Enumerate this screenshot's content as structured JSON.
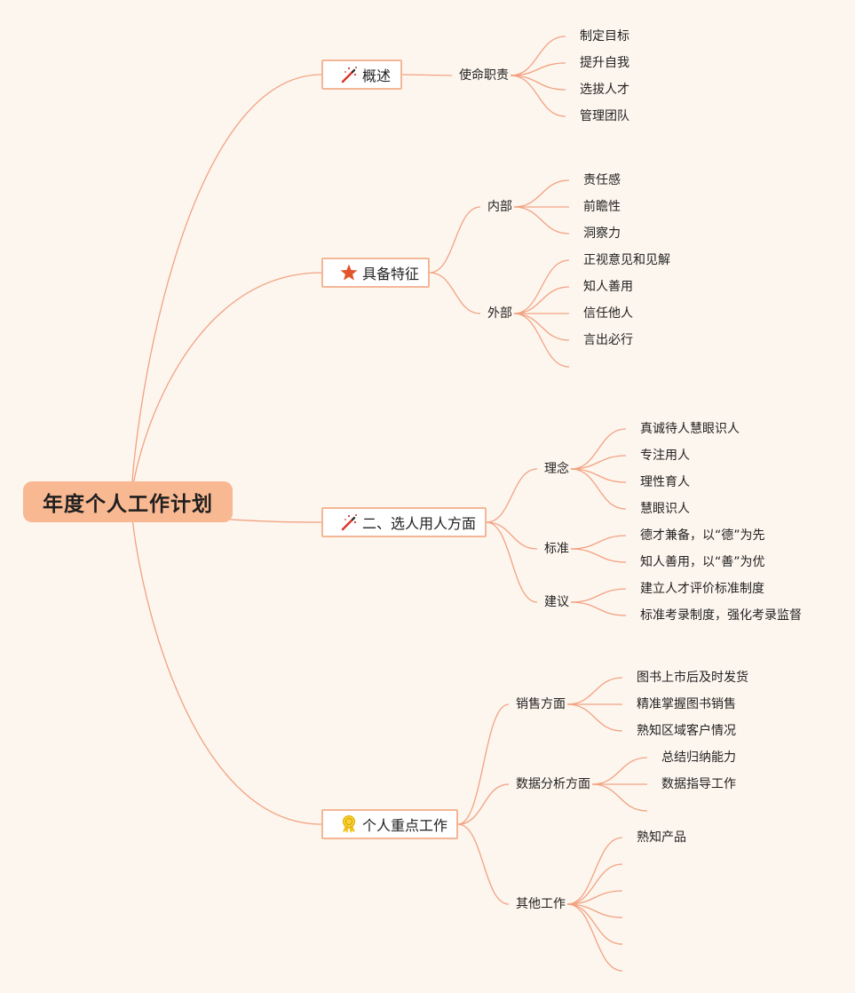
{
  "root": {
    "title": "年度个人工作计划"
  },
  "branches": [
    {
      "label": "概述",
      "icon": "magic-wand-icon",
      "subs": [
        {
          "label": "使命职责",
          "items": [
            "制定目标",
            "提升自我",
            "选拔人才",
            "管理团队"
          ]
        }
      ]
    },
    {
      "label": "具备特征",
      "icon": "star-icon",
      "subs": [
        {
          "label": "内部",
          "items": [
            "责任感",
            "前瞻性",
            "洞察力"
          ]
        },
        {
          "label": "外部",
          "items": [
            "正视意见和见解",
            "知人善用",
            "信任他人",
            "言出必行",
            ""
          ]
        }
      ]
    },
    {
      "label": "二、选人用人方面",
      "icon": "magic-wand-icon",
      "subs": [
        {
          "label": "理念",
          "items": [
            "真诚待人慧眼识人",
            "专注用人",
            "理性育人",
            "慧眼识人"
          ]
        },
        {
          "label": "标准",
          "items": [
            "德才兼备，以“德”为先",
            "知人善用，以“善”为优"
          ]
        },
        {
          "label": "建议",
          "items": [
            "建立人才评价标准制度",
            "标准考录制度，强化考录监督"
          ]
        }
      ]
    },
    {
      "label": "个人重点工作",
      "icon": "award-ribbon-icon",
      "subs": [
        {
          "label": "销售方面",
          "items": [
            "图书上市后及时发货",
            "精准掌握图书销售",
            "熟知区域客户情况"
          ]
        },
        {
          "label": "数据分析方面",
          "items": [
            "总结归纳能力",
            "数据指导工作",
            ""
          ]
        },
        {
          "label": "其他工作",
          "items": [
            "熟知产品",
            "",
            "",
            "",
            "",
            ""
          ]
        }
      ]
    }
  ],
  "colors": {
    "line": "#f2a283",
    "root_bg": "#f8b892",
    "border": "#f4b796",
    "background": "#fdf6ee"
  }
}
